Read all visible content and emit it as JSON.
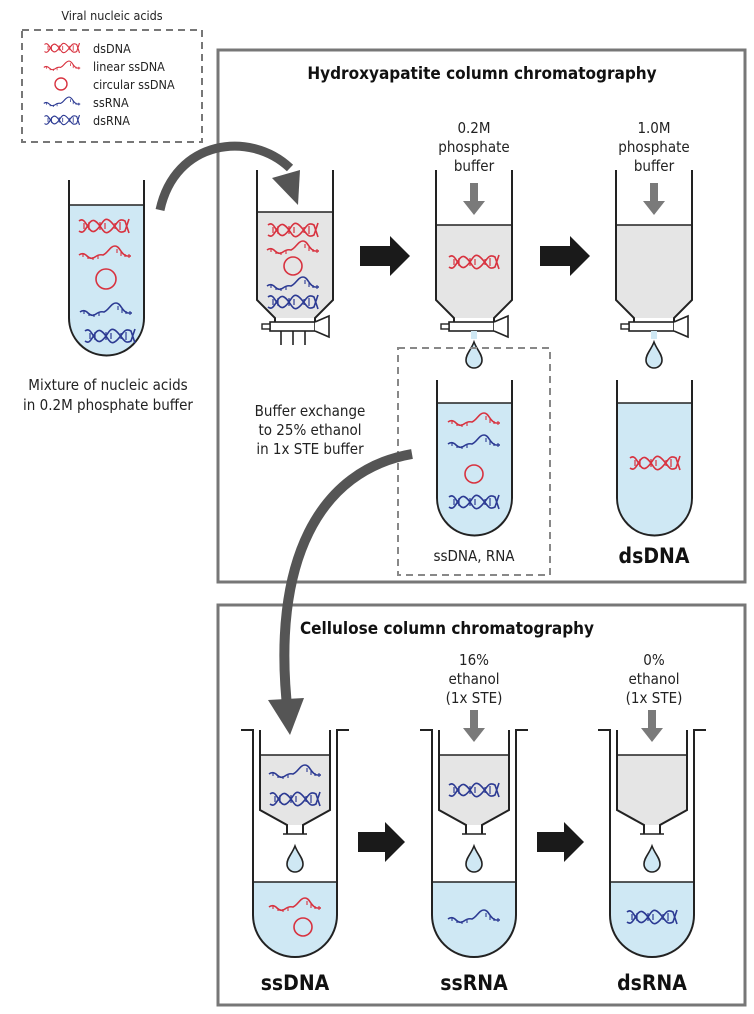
{
  "legend": {
    "title": "Viral nucleic acids",
    "items": [
      {
        "label": "dsDNA",
        "icon": "dsdna-helix-icon",
        "color": "#d8323f"
      },
      {
        "label": "linear ssDNA",
        "icon": "ssdna-strand-icon",
        "color": "#d8323f"
      },
      {
        "label": "circular ssDNA",
        "icon": "circle-icon",
        "color": "#d8323f"
      },
      {
        "label": "ssRNA",
        "icon": "ssrna-strand-icon",
        "color": "#2c3a93"
      },
      {
        "label": "dsRNA",
        "icon": "dsrna-helix-icon",
        "color": "#2c3a93"
      }
    ]
  },
  "mixture": {
    "line1": "Mixture of nucleic acids",
    "line2": "in 0.2M phosphate buffer"
  },
  "hydroxyapatite": {
    "title": "Hydroxyapatite column chromatography",
    "buffer1": {
      "line1": "0.2M",
      "line2": "phosphate",
      "line3": "buffer"
    },
    "buffer2": {
      "line1": "1.0M",
      "line2": "phosphate",
      "line3": "buffer"
    },
    "exchange": {
      "line1": "Buffer exchange",
      "line2": "to 25% ethanol",
      "line3": "in 1x STE buffer"
    },
    "fraction1": "ssDNA, RNA",
    "fraction2": "dsDNA"
  },
  "cellulose": {
    "title": "Cellulose column chromatography",
    "eluent1": {
      "line1": "16%",
      "line2": "ethanol",
      "line3": "(1x STE)"
    },
    "eluent2": {
      "line1": "0%",
      "line2": "ethanol",
      "line3": "(1x STE)"
    },
    "fractions": [
      "ssDNA",
      "ssRNA",
      "dsRNA"
    ]
  },
  "colors": {
    "dna": "#d8323f",
    "rna": "#2c3a93",
    "liquid": "#cfe8f4",
    "resin": "#e5e5e5",
    "frame": "#777777"
  }
}
